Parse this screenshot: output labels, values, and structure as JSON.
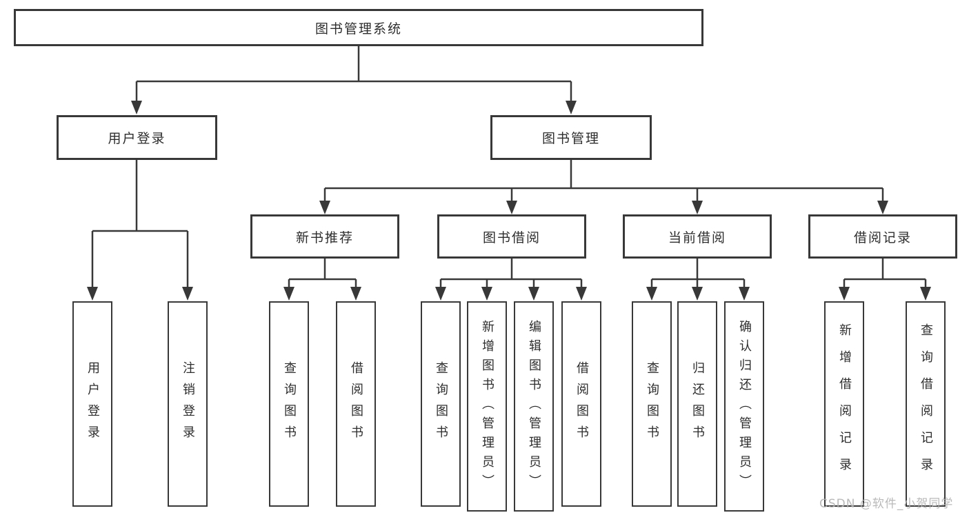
{
  "diagram": {
    "root": "图书管理系统",
    "user_login": {
      "label": "用户登录",
      "children": [
        "用户登录",
        "注销登录"
      ]
    },
    "book_mgmt": {
      "label": "图书管理",
      "sections": [
        {
          "label": "新书推荐",
          "children": [
            "查询图书",
            "借阅图书"
          ]
        },
        {
          "label": "图书借阅",
          "children": [
            "查询图书",
            "新增图书（管理员）",
            "编辑图书（管理员）",
            "借阅图书"
          ]
        },
        {
          "label": "当前借阅",
          "children": [
            "查询图书",
            "归还图书",
            "确认归还（管理员）"
          ]
        },
        {
          "label": "借阅记录",
          "children": [
            "新增借阅记录",
            "查询借阅记录"
          ]
        }
      ]
    },
    "watermark": "CSDN @软件_小贺同学"
  },
  "colors": {
    "line": "#383838",
    "text": "#2d2d2d",
    "background": "#ffffff",
    "watermark": "#b4b4b4"
  }
}
